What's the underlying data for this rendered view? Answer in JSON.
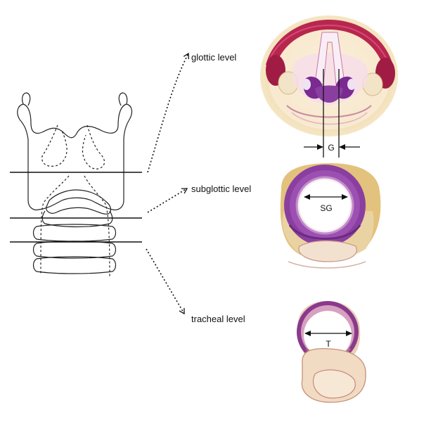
{
  "figure": {
    "levels": [
      {
        "id": "glottic",
        "label": "glottic level"
      },
      {
        "id": "subglottic",
        "label": "subglottic level"
      },
      {
        "id": "tracheal",
        "label": "tracheal level"
      }
    ],
    "measurements": {
      "glottic": "G",
      "subglottic": "SG",
      "tracheal": "T"
    },
    "colors": {
      "stain_purple": "#8a3fa0",
      "stain_pink": "#c0305a",
      "tissue_yellow": "#e8c98a",
      "outline": "#222222"
    }
  }
}
